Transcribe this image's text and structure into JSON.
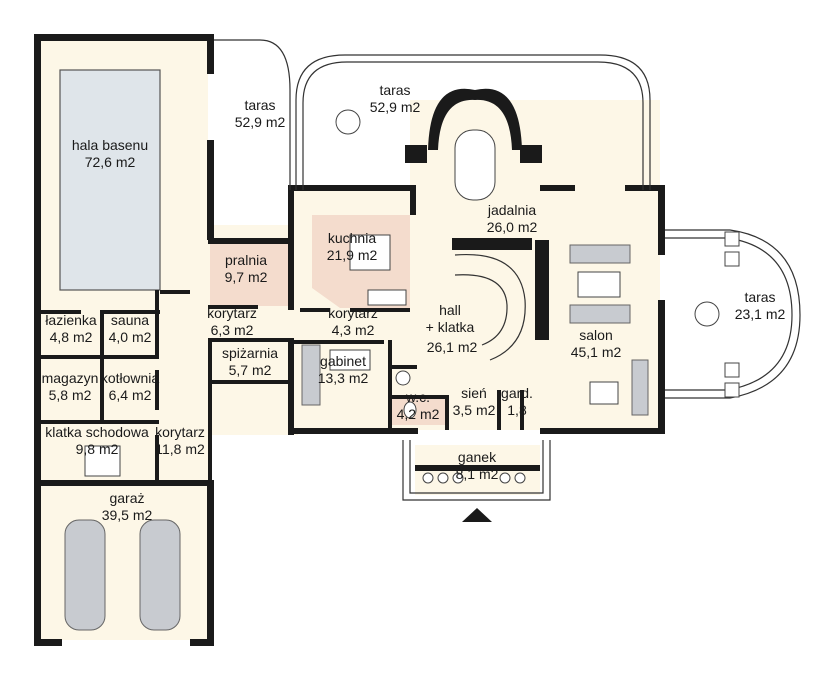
{
  "rooms": [
    {
      "id": "hala-basenu",
      "name": "hala basenu",
      "area": "72,6 m2"
    },
    {
      "id": "taras-left",
      "name": "taras",
      "area": "52,9 m2"
    },
    {
      "id": "taras-top",
      "name": "taras",
      "area": "52,9 m2"
    },
    {
      "id": "pralnia",
      "name": "pralnia",
      "area": "9,7 m2"
    },
    {
      "id": "kuchnia",
      "name": "kuchnia",
      "area": "21,9 m2"
    },
    {
      "id": "jadalnia",
      "name": "jadalnia",
      "area": "26,0 m2"
    },
    {
      "id": "lazienka",
      "name": "łazienka",
      "area": "4,8 m2"
    },
    {
      "id": "sauna",
      "name": "sauna",
      "area": "4,0 m2"
    },
    {
      "id": "korytarz-a",
      "name": "korytarz",
      "area": "6,3 m2"
    },
    {
      "id": "korytarz-b",
      "name": "korytarz",
      "area": "4,3 m2"
    },
    {
      "id": "hall",
      "name": "hall",
      "area": "+ klatka"
    },
    {
      "id": "hall-area",
      "name": "",
      "area": "26,1 m2"
    },
    {
      "id": "salon",
      "name": "salon",
      "area": "45,1 m2"
    },
    {
      "id": "taras-right",
      "name": "taras",
      "area": "23,1 m2"
    },
    {
      "id": "magazyn",
      "name": "magazyn",
      "area": "5,8 m2"
    },
    {
      "id": "kotlownia",
      "name": "kotłownia",
      "area": "6,4 m2"
    },
    {
      "id": "spizarnia",
      "name": "spiżarnia",
      "area": "5,7 m2"
    },
    {
      "id": "gabinet",
      "name": "gabinet",
      "area": "13,3 m2"
    },
    {
      "id": "wc",
      "name": "w.c.",
      "area": "4,2 m2"
    },
    {
      "id": "sien",
      "name": "sień",
      "area": "3,5 m2"
    },
    {
      "id": "gard",
      "name": "gard.",
      "area": "1,8"
    },
    {
      "id": "klatka-schodowa",
      "name": "klatka schodowa",
      "area": "9,8 m2"
    },
    {
      "id": "korytarz-c",
      "name": "korytarz",
      "area": "11,8 m2"
    },
    {
      "id": "ganek",
      "name": "ganek",
      "area": "8,1 m2"
    },
    {
      "id": "garaz",
      "name": "garaż",
      "area": "39,5 m2"
    }
  ],
  "colors": {
    "walls": "#1a1a1a",
    "floor": "#fdf7e7",
    "wet_rooms": "#f4dccd",
    "pool": "#dfe5ea"
  },
  "entrance_marker": "triangle-up-icon"
}
